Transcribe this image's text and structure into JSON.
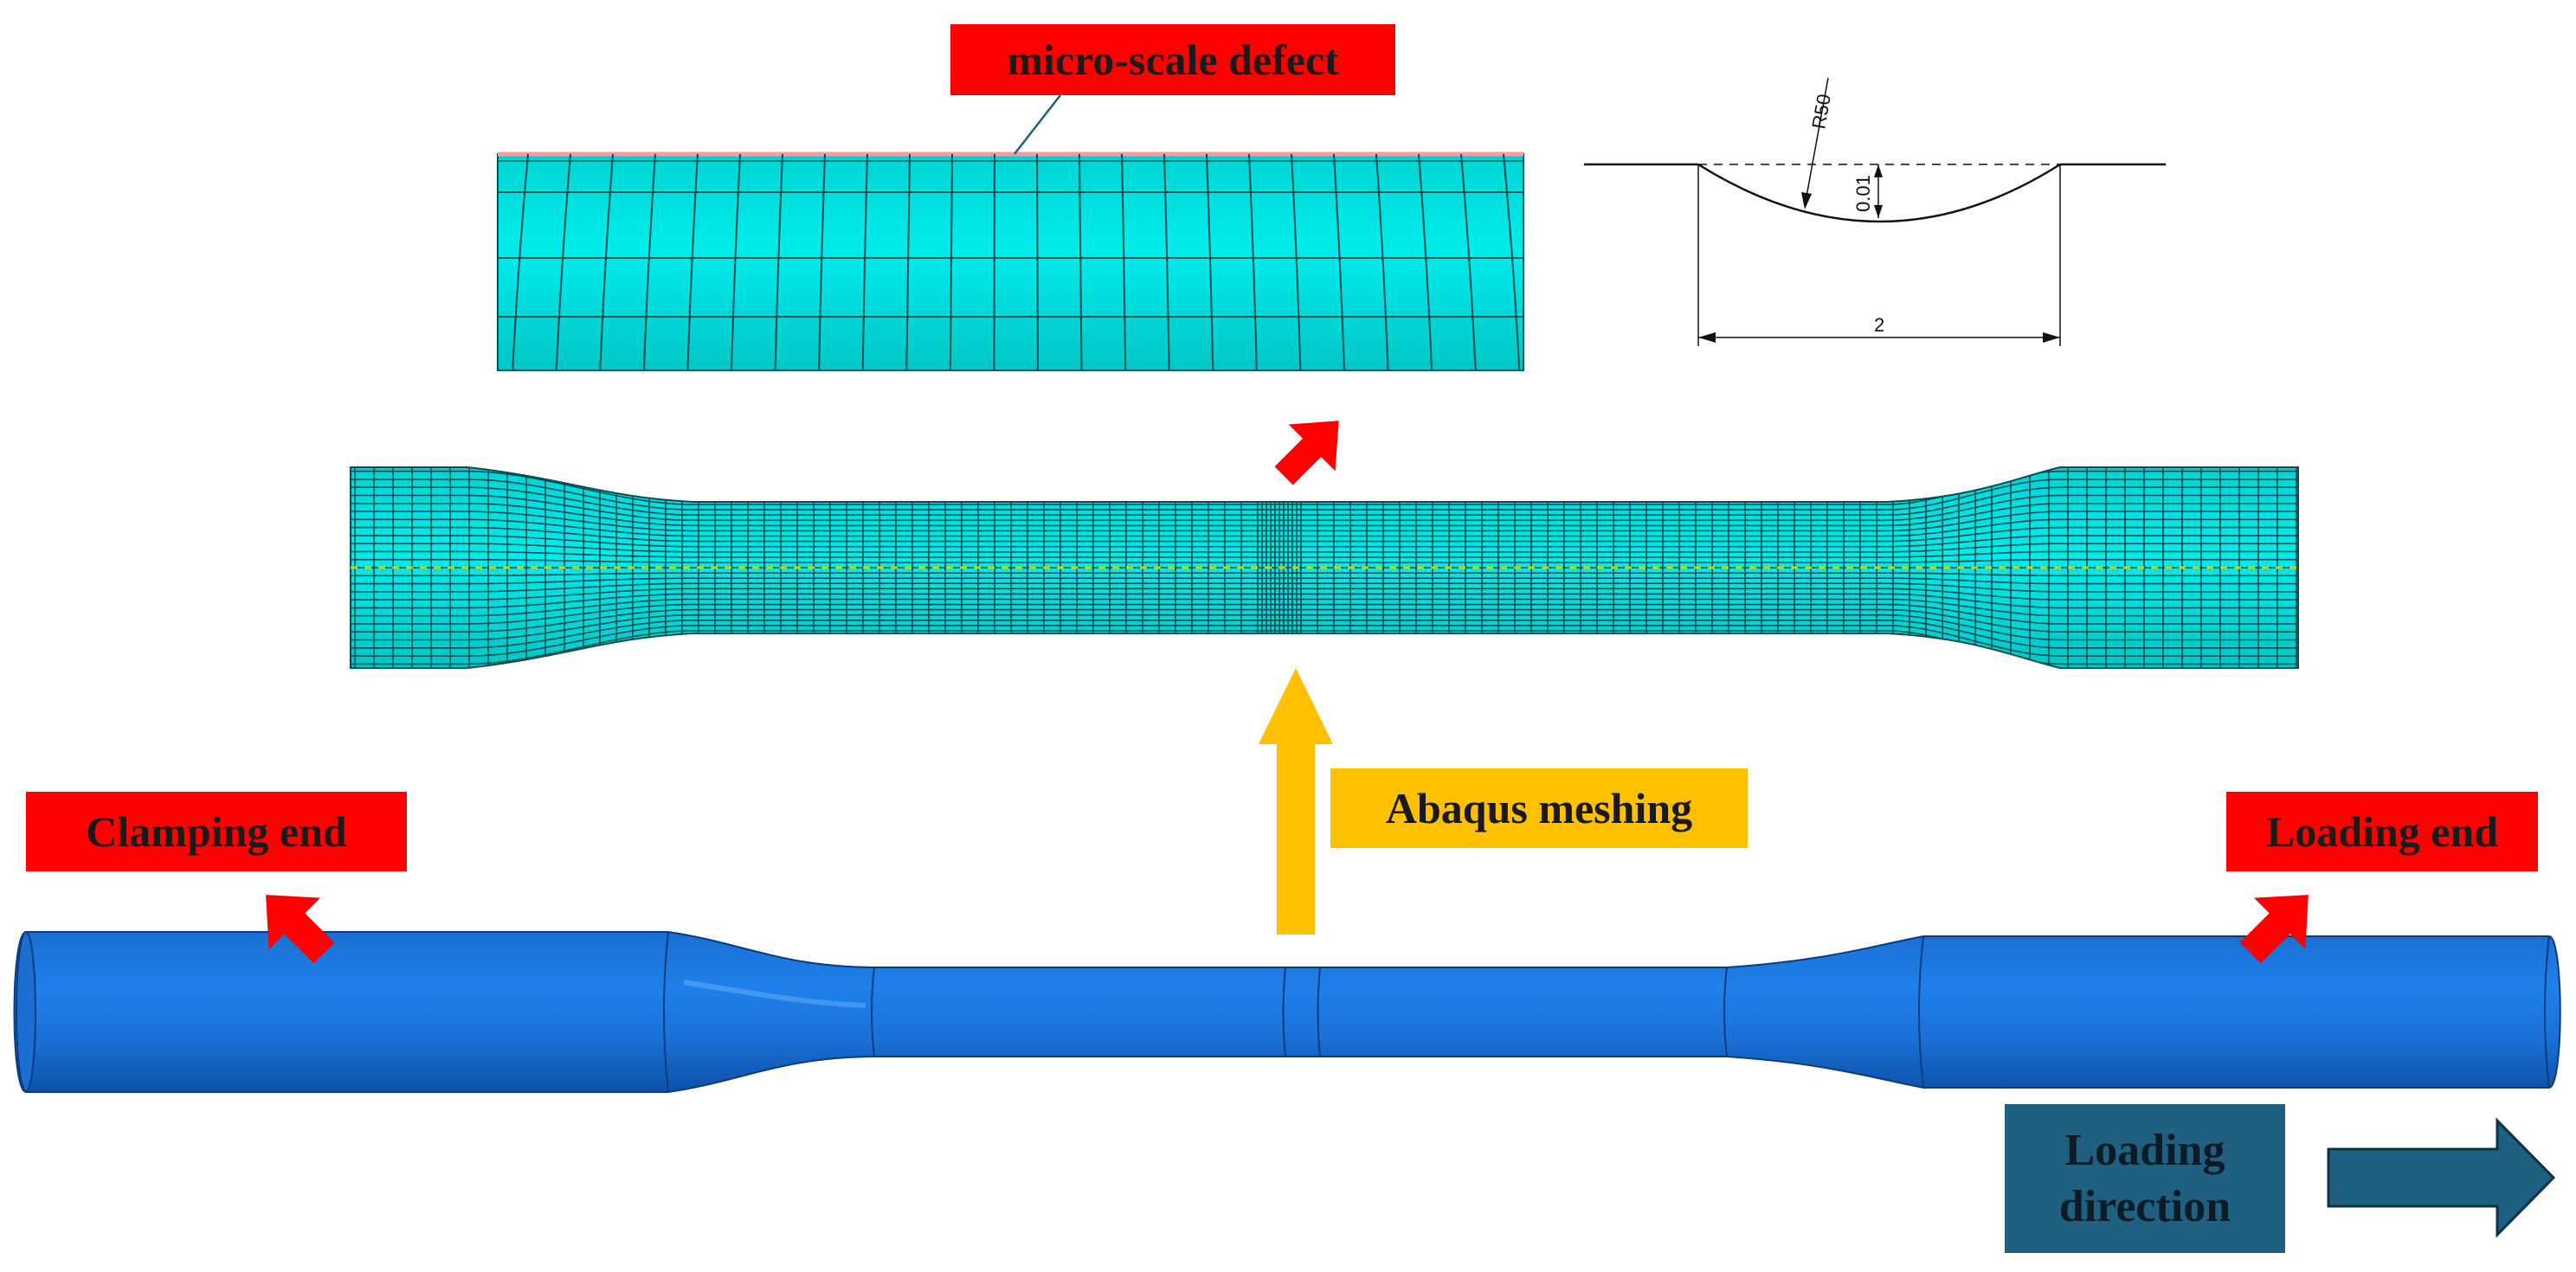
{
  "labels": {
    "micro_defect": "micro-scale defect",
    "abaqus_meshing": "Abaqus meshing",
    "clamping_end": "Clamping end",
    "loading_end": "Loading end",
    "loading_direction_line1": "Loading",
    "loading_direction_line2": "direction"
  },
  "dimensions": {
    "radius": "R50",
    "depth": "0.01",
    "width": "2"
  },
  "colors": {
    "mesh_fill": "#00e0e0",
    "mesh_line": "#0b4d52",
    "specimen_blue": "#1a73d6",
    "specimen_dark": "#0f4c9e",
    "red_label": "#ff0000",
    "yellow_label": "#ffc000",
    "teal_label": "#1f5f80",
    "red_arrow": "#ff0000",
    "yellow_arrow": "#ffc000",
    "teal_arrow": "#1f5f80",
    "centerline": "#e6c200"
  },
  "icons": {
    "detail_arrow": "arrow-up-right-icon",
    "meshing_arrow": "arrow-up-icon",
    "clamp_arrow": "arrow-up-left-icon",
    "load_arrow": "arrow-up-right-icon",
    "direction_arrow": "arrow-right-icon"
  }
}
